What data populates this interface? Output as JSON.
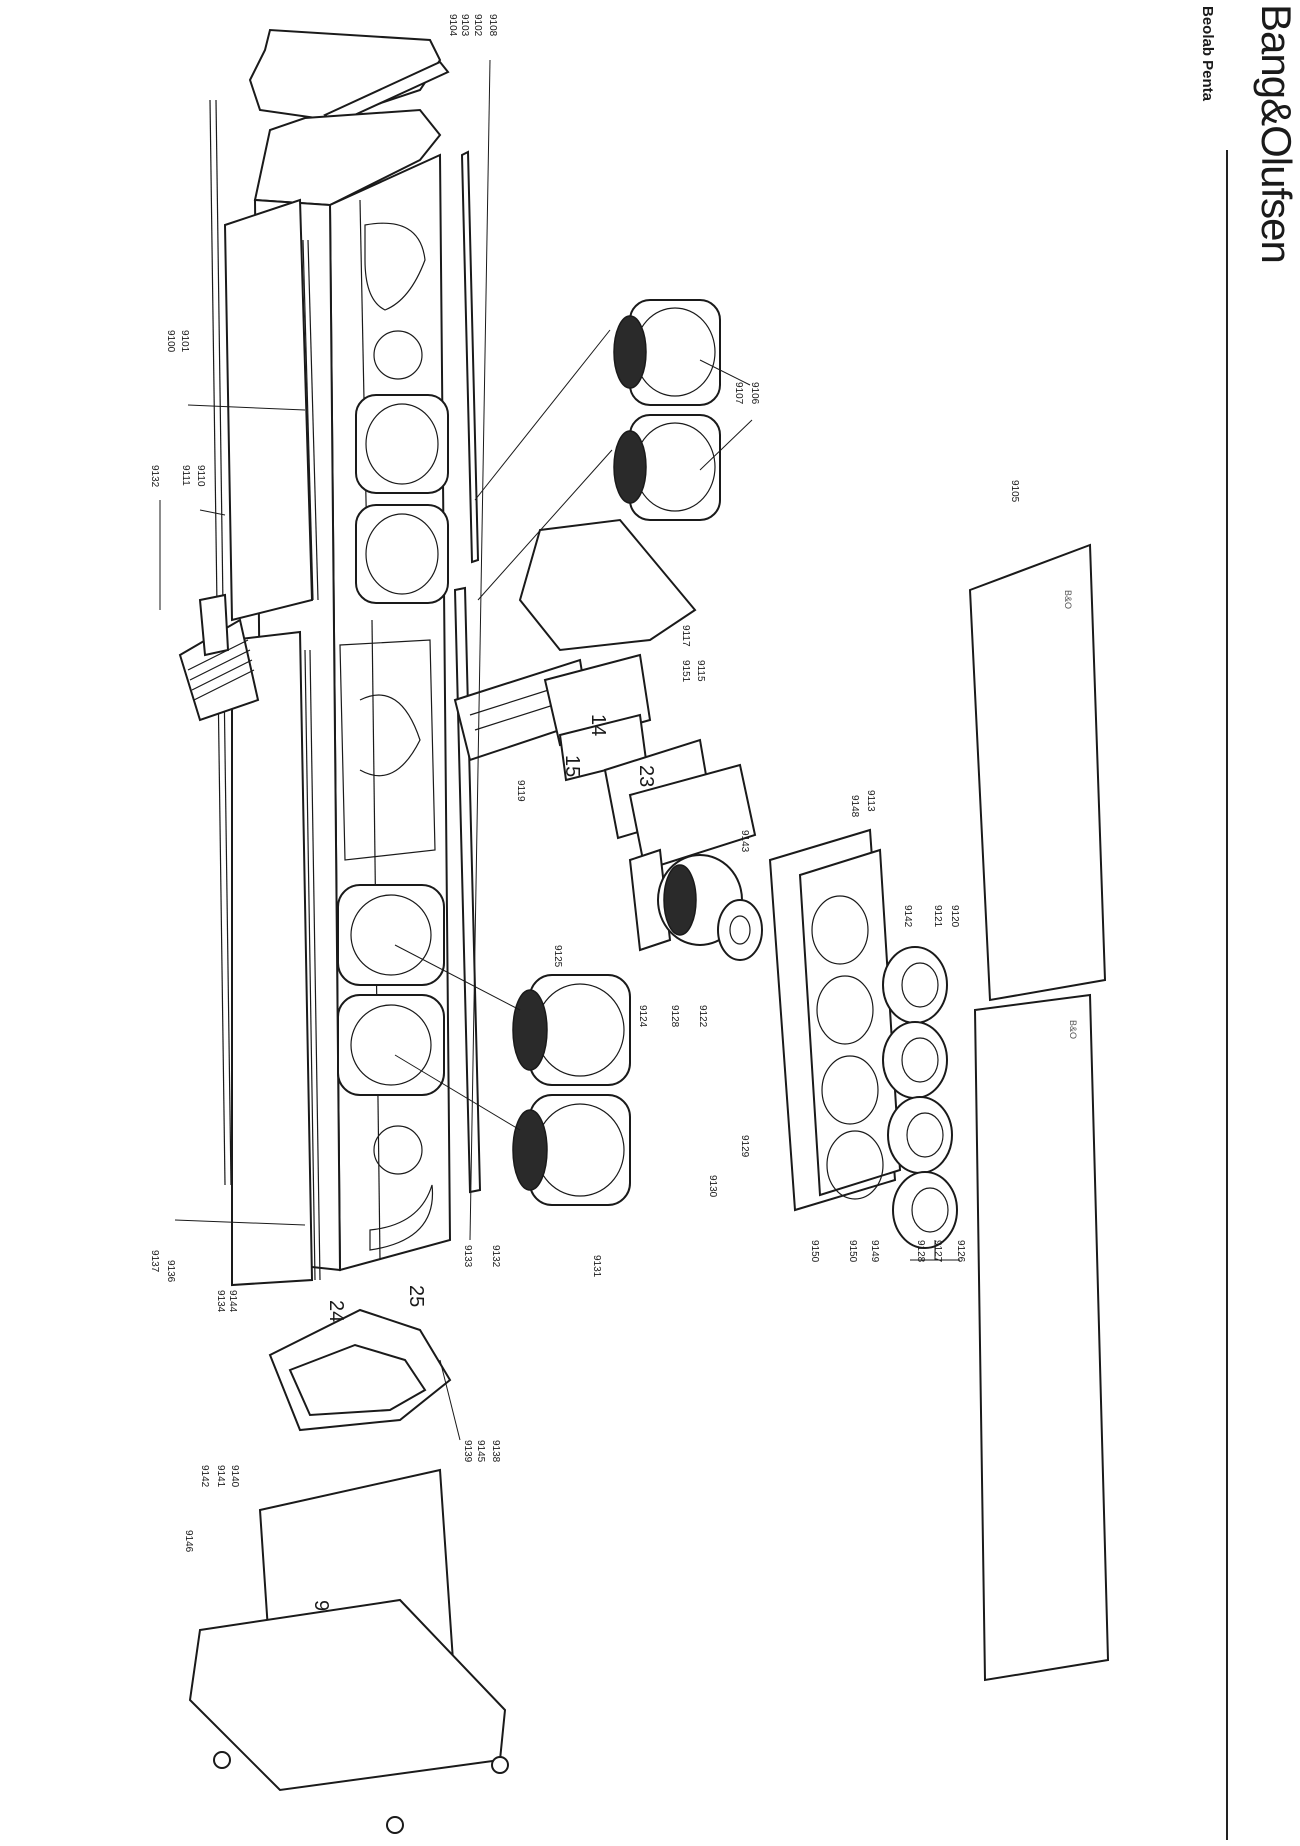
{
  "header": {
    "brand": "Bang&Olufsen",
    "model": "Beolab Penta"
  },
  "subassemblies": [
    "14",
    "15",
    "23",
    "24",
    "25",
    "90"
  ],
  "part_numbers": {
    "top_cap": [
      "9108",
      "9102",
      "9103",
      "9104"
    ],
    "upper_left": [
      "9100",
      "9101",
      "9110",
      "9111",
      "9132"
    ],
    "upper_drivers": [
      "9106",
      "9107"
    ],
    "mid_parts": [
      "9119",
      "9151",
      "9115",
      "9117"
    ],
    "lower_drivers": [
      "9125",
      "9124",
      "9128",
      "9122",
      "9131",
      "9130"
    ],
    "center_group": [
      "9143",
      "9129",
      "9148",
      "9150",
      "9113",
      "9121",
      "9142"
    ],
    "tweeters": [
      "9120",
      "9126",
      "9127",
      "9128",
      "9149",
      "9150"
    ],
    "lower_left": [
      "9137",
      "9136",
      "9134",
      "9144",
      "9133",
      "9132"
    ],
    "base": [
      "9138",
      "9145",
      "9139",
      "9140",
      "9141",
      "9142",
      "9146"
    ],
    "grilles": [
      "9105"
    ]
  },
  "colors": {
    "line": "#1a1a1a",
    "paper": "#ffffff"
  }
}
